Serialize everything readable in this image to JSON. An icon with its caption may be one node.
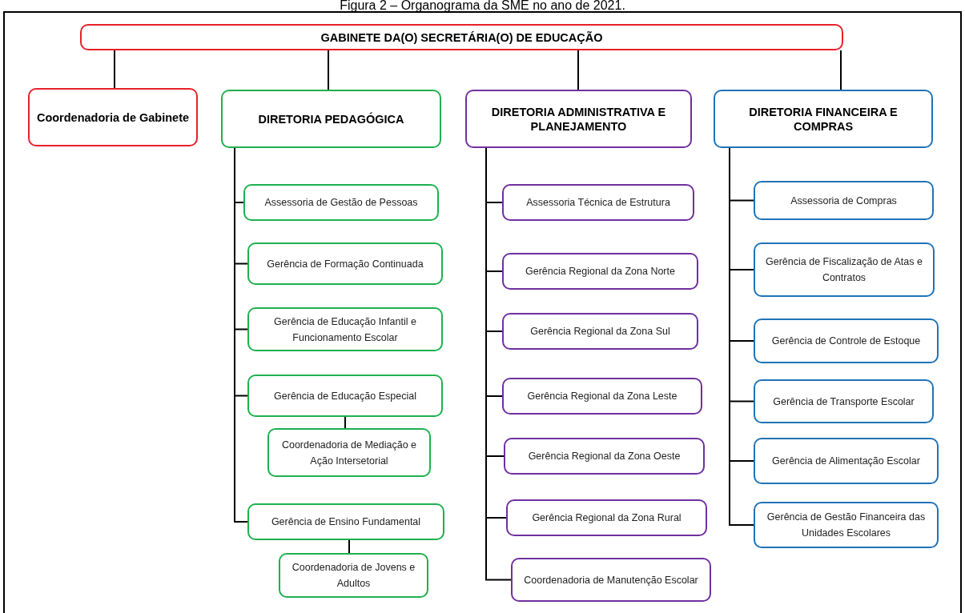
{
  "diagram": {
    "title": "Figura 2 – Organograma da SME no ano de 2021.",
    "nodes": [
      {
        "text": [
          "GABINETE DA(O) SECRETÁRIA(O) DE EDUCAÇÃO"
        ]
      },
      {
        "text": [
          "Coordenadoria de Gabinete"
        ]
      },
      {
        "text": [
          "DIRETORIA PEDAGÓGICA"
        ]
      },
      {
        "text": [
          "Assessoria de Gestão de Pessoas"
        ]
      },
      {
        "text": [
          "Gerência de Formação Continuada"
        ]
      },
      {
        "text": [
          "Gerência de Educação Infantil e Funcionamento Escolar"
        ]
      },
      {
        "text": [
          "Gerência de Educação Especial"
        ]
      },
      {
        "text": [
          "Coordenadoria de Mediação e Ação Intersetorial"
        ]
      },
      {
        "text": [
          "Gerência de Ensino Fundamental"
        ]
      },
      {
        "text": [
          "Coordenadoria de Jovens e Adultos"
        ]
      },
      {
        "text": [
          "DIRETORIA ADMINISTRATIVA E PLANEJAMENTO"
        ]
      },
      {
        "text": [
          "Assessoria Técnica de Estrutura"
        ]
      },
      {
        "text": [
          "Gerência Regional da Zona Norte"
        ]
      },
      {
        "text": [
          "Gerência Regional da Zona Sul"
        ]
      },
      {
        "text": [
          "Gerência Regional da Zona Leste"
        ]
      },
      {
        "text": [
          "Gerência Regional da Zona Oeste"
        ]
      },
      {
        "text": [
          "Gerência Regional da Zona Rural"
        ]
      },
      {
        "text": [
          "Coordenadoria de Manutenção Escolar"
        ]
      },
      {
        "text": [
          "DIRETORIA FINANCEIRA E COMPRAS"
        ]
      },
      {
        "text": [
          "Assessoria de Compras"
        ]
      },
      {
        "text": [
          "Gerência de Fiscalização de Atas e Contratos"
        ]
      },
      {
        "text": [
          "Gerência de Controle de Estoque"
        ]
      },
      {
        "text": [
          "Gerência de Transporte Escolar"
        ]
      },
      {
        "text": [
          "Gerência de Alimentação Escolar"
        ]
      },
      {
        "text": [
          "Gerência de Gestão Financeira das Unidades Escolares"
        ]
      }
    ],
    "edges": [
      {
        "from": 0,
        "to": 1,
        "arrow": "none"
      },
      {
        "from": 0,
        "to": 2,
        "arrow": "none"
      },
      {
        "from": 0,
        "to": 10,
        "arrow": "none"
      },
      {
        "from": 0,
        "to": 18,
        "arrow": "none"
      },
      {
        "from": 2,
        "to": 3,
        "arrow": "none"
      },
      {
        "from": 2,
        "to": 4,
        "arrow": "none"
      },
      {
        "from": 2,
        "to": 5,
        "arrow": "none"
      },
      {
        "from": 2,
        "to": 6,
        "arrow": "none"
      },
      {
        "from": 6,
        "to": 7,
        "arrow": "none"
      },
      {
        "from": 2,
        "to": 8,
        "arrow": "none"
      },
      {
        "from": 8,
        "to": 9,
        "arrow": "none"
      },
      {
        "from": 10,
        "to": 11,
        "arrow": "none"
      },
      {
        "from": 10,
        "to": 12,
        "arrow": "none"
      },
      {
        "from": 10,
        "to": 13,
        "arrow": "none"
      },
      {
        "from": 10,
        "to": 14,
        "arrow": "none"
      },
      {
        "from": 10,
        "to": 15,
        "arrow": "none"
      },
      {
        "from": 10,
        "to": 16,
        "arrow": "none"
      },
      {
        "from": 10,
        "to": 17,
        "arrow": "none"
      },
      {
        "from": 18,
        "to": 19,
        "arrow": "none"
      },
      {
        "from": 18,
        "to": 20,
        "arrow": "none"
      },
      {
        "from": 18,
        "to": 21,
        "arrow": "none"
      },
      {
        "from": 18,
        "to": 22,
        "arrow": "none"
      },
      {
        "from": 18,
        "to": 23,
        "arrow": "none"
      },
      {
        "from": 18,
        "to": 24,
        "arrow": "none"
      }
    ]
  }
}
